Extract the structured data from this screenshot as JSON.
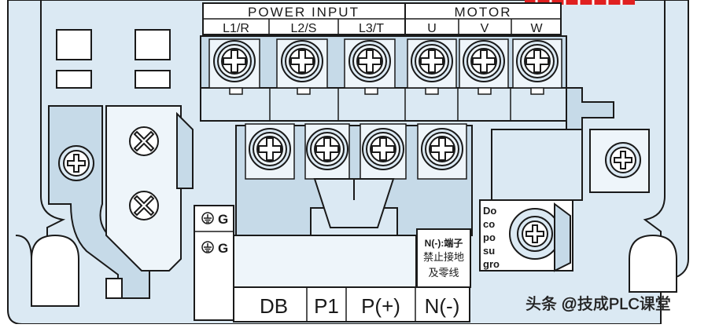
{
  "header": {
    "power_input": "POWER INPUT",
    "motor": "MOTOR"
  },
  "terminal_labels": [
    "L1/R",
    "L2/S",
    "L3/T",
    "U",
    "V",
    "W"
  ],
  "ground_labels": [
    "G",
    "G"
  ],
  "bottom_labels": [
    "DB",
    "P1",
    "P(+)",
    "N(-)"
  ],
  "n_warning": {
    "line1": "N(-):端子",
    "line2": "禁止接地",
    "line3": "及零线"
  },
  "side_note": [
    "Do",
    "co",
    "po",
    "su",
    "gro"
  ],
  "watermark": "头条 @技成PLC课堂",
  "colors": {
    "housing": "#dbe9f3",
    "housing_dark": "#c6dae8",
    "line": "#1a1a1a",
    "red_marker": "#e02020"
  }
}
